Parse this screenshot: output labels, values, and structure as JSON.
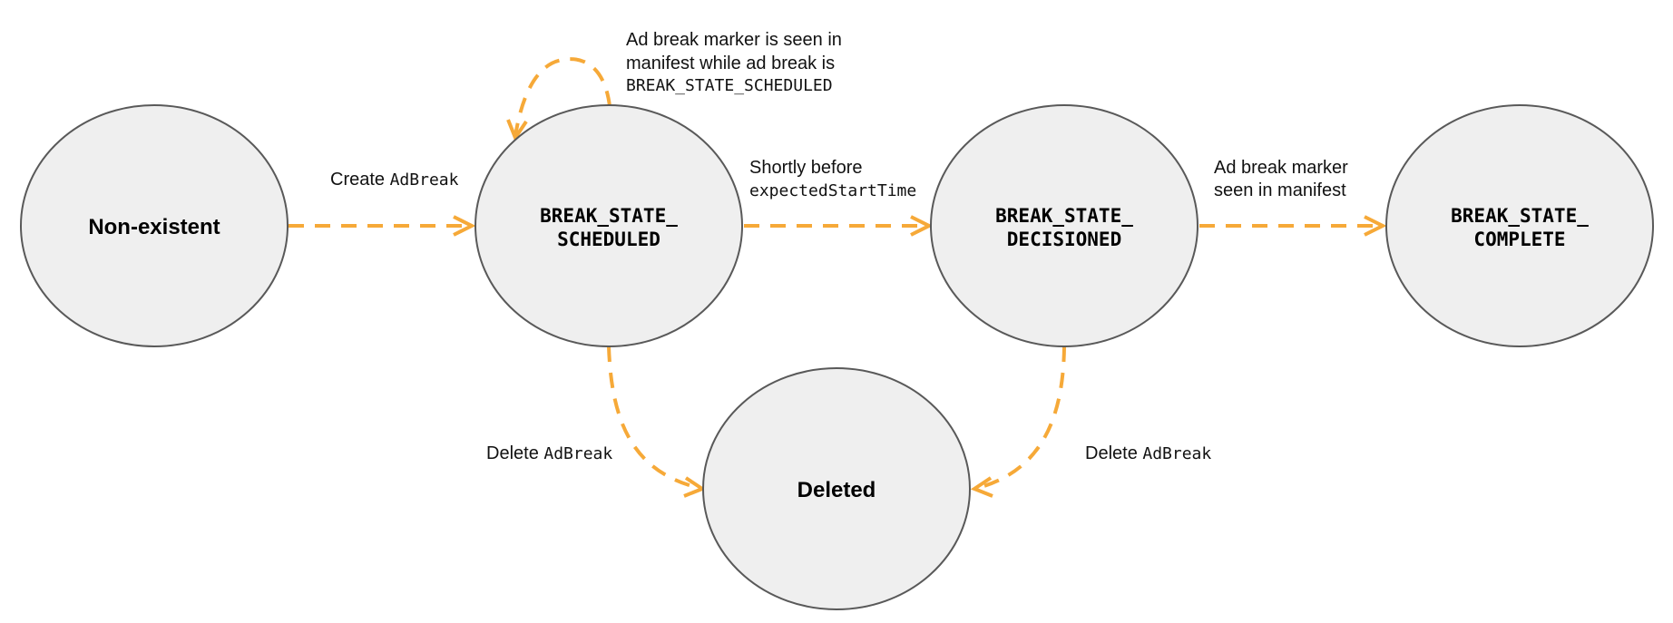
{
  "colors": {
    "state_fill": "#efefef",
    "state_stroke": "#595959",
    "arrow": "#f6a938"
  },
  "states": {
    "nonexistent": {
      "line1": "Non-existent"
    },
    "scheduled": {
      "line1": "BREAK_STATE_",
      "line2": "SCHEDULED"
    },
    "decisioned": {
      "line1": "BREAK_STATE_",
      "line2": "DECISIONED"
    },
    "complete": {
      "line1": "BREAK_STATE_",
      "line2": "COMPLETE"
    },
    "deleted": {
      "line1": "Deleted"
    }
  },
  "transitions": {
    "create": {
      "text": "Create ",
      "code": "AdBreak"
    },
    "self_loop": {
      "line1": "Ad break marker is seen in",
      "line2": "manifest while ad break is",
      "code": "BREAK_STATE_SCHEDULED"
    },
    "shortly_before": {
      "line1": "Shortly before",
      "code": "expectedStartTime"
    },
    "seen_in_manifest": {
      "line1": "Ad break marker",
      "line2": "seen in manifest"
    },
    "delete_left": {
      "text": "Delete ",
      "code": "AdBreak"
    },
    "delete_right": {
      "text": "Delete ",
      "code": "AdBreak"
    }
  }
}
